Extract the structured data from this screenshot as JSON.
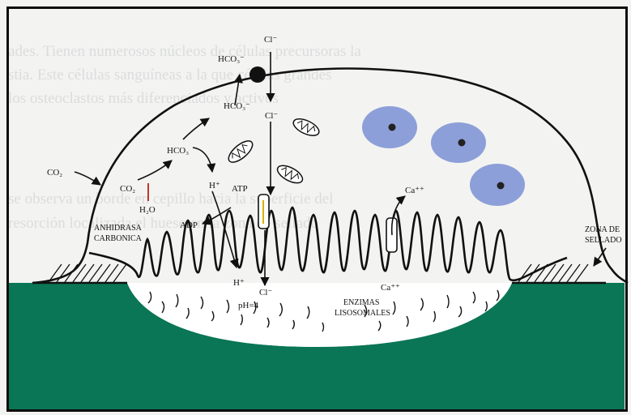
{
  "background_text": [
    "ades. Tienen numerosos núcleos de células precursoras la",
    "stia. Este células sanguíneas a la que células grandes",
    "los osteoclastos más diferenciados y activos",
    "se observa un borde en cepillo hacia la superficie del",
    "resorción localizada el hueso en la zona de sellado"
  ],
  "labels": {
    "hco3_top": "HCO₃⁻",
    "hco3_mid": "HCO₃⁻",
    "hco3_left": "HCO₃",
    "cl_top": "Cl⁻",
    "cl_mid": "Cl⁻",
    "cl_bottom": "Cl⁻",
    "co2_outside": "CO₂",
    "co2_inside": "CO₂",
    "h2o": "H₂O",
    "h_upper": "H⁺",
    "h_lower": "H⁺",
    "atp": "ATP",
    "adp": "ADP",
    "ca_top": "Ca⁺⁺",
    "ca_bottom": "Ca⁺⁺",
    "anhidrasa_1": "ANHIDRASA",
    "anhidrasa_2": "CARBONICA",
    "zona_1": "ZONA DE",
    "zona_2": "SELLADO",
    "ph": "pH=4",
    "enzimas_1": "ENZIMAS",
    "enzimas_2": "LISOSOMALES"
  },
  "colors": {
    "bone": "#0a7656",
    "nucleus": "#8d9fd9",
    "nucleus_dot": "#222222",
    "outline": "#111111"
  }
}
